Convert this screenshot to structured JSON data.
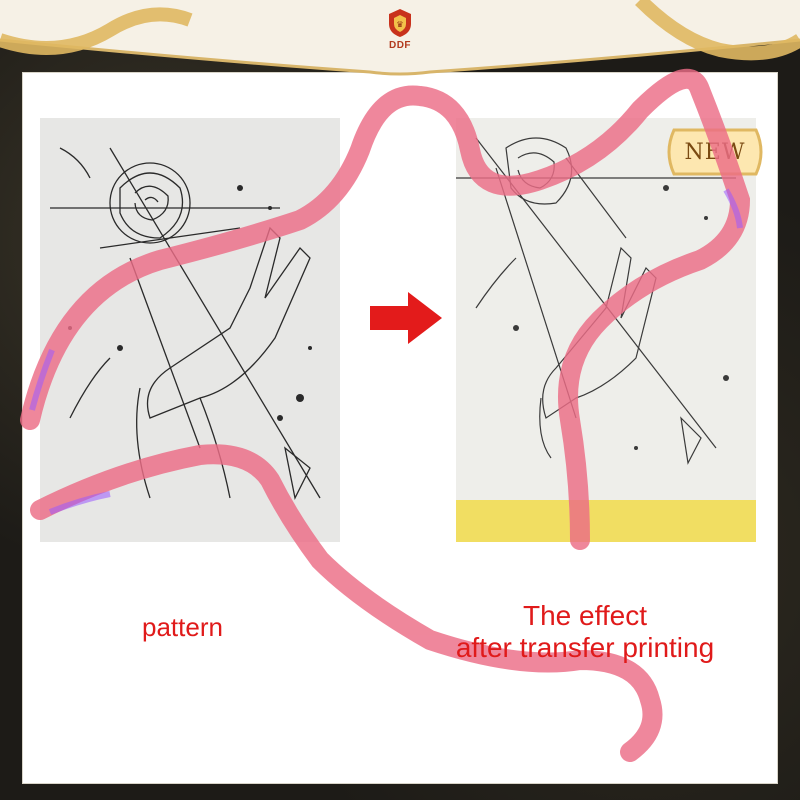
{
  "brand": {
    "logo_text": "DDF"
  },
  "badge": {
    "label": "NEW"
  },
  "captions": {
    "left": "pattern",
    "right_line1": "The effect",
    "right_line2": "after transfer printing"
  },
  "images": {
    "left": "rose-and-hand-sketch-pattern",
    "right": "rose-and-hand-transfer-print"
  },
  "colors": {
    "caption_red": "#e01a1a",
    "ribbon_pink": "#e8607a",
    "gold": "#e0b862",
    "arrow_red": "#e31b1b",
    "tape_yellow": "#f1de62"
  },
  "icons": {
    "arrow": "right-arrow-icon",
    "logo": "shield-logo-icon"
  }
}
